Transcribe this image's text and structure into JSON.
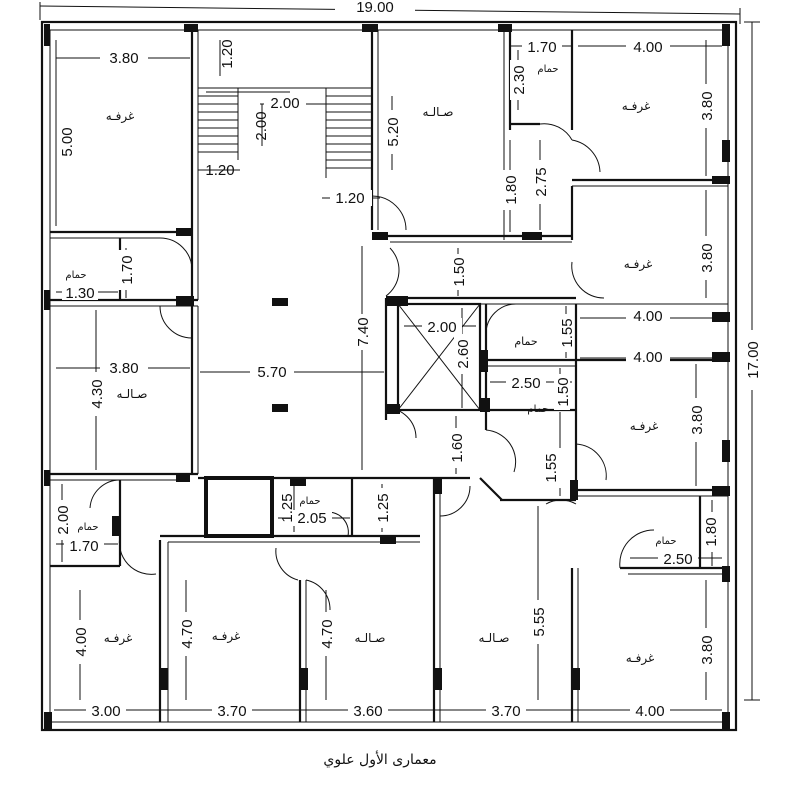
{
  "caption": "معمارى الأول علوي",
  "room_labels": {
    "room": "غرفـه",
    "hall": "صـالـه",
    "bath": "حمام"
  },
  "rooms": [
    {
      "id": "room-top-left",
      "type": "room"
    },
    {
      "id": "hall-top-center",
      "type": "hall"
    },
    {
      "id": "room-top-right",
      "type": "room"
    },
    {
      "id": "bath-top-right",
      "type": "bath"
    },
    {
      "id": "bath-left-upper",
      "type": "bath"
    },
    {
      "id": "room-right-upper",
      "type": "room"
    },
    {
      "id": "bath-center-right",
      "type": "bath"
    },
    {
      "id": "hall-left-middle",
      "type": "hall"
    },
    {
      "id": "bath-center-right-lower",
      "type": "bath"
    },
    {
      "id": "room-right-middle",
      "type": "room"
    },
    {
      "id": "bath-left-lower",
      "type": "bath"
    },
    {
      "id": "bath-center-bottom",
      "type": "bath"
    },
    {
      "id": "bath-right-lower",
      "type": "bath"
    },
    {
      "id": "room-bottom-1",
      "type": "room"
    },
    {
      "id": "room-bottom-2",
      "type": "room"
    },
    {
      "id": "hall-bottom-3",
      "type": "hall"
    },
    {
      "id": "hall-bottom-4",
      "type": "hall"
    },
    {
      "id": "room-bottom-right",
      "type": "room"
    }
  ],
  "dimensions": {
    "overall_width": "19.00",
    "overall_height": "17.00",
    "d_3_80_tl": "3.80",
    "d_5_00": "5.00",
    "d_1_20_stair_top": "1.20",
    "d_2_00_stair": "2.00",
    "d_2_00_stair_v": "2.00",
    "d_1_20_stair_left": "1.20",
    "d_1_20_stair_bottom": "1.20",
    "d_5_20": "5.20",
    "d_1_70_tr": "1.70",
    "d_2_30": "2.30",
    "d_4_00_tr": "4.00",
    "d_3_80_tr": "3.80",
    "d_1_80_tr": "1.80",
    "d_2_75": "2.75",
    "d_1_70_bath_left": "1.70",
    "d_1_30": "1.30",
    "d_1_50_corr": "1.50",
    "d_3_80_right_upper": "3.80",
    "d_4_00_right_upper": "4.00",
    "d_7_40": "7.40",
    "d_2_00_elev": "2.00",
    "d_2_60": "2.60",
    "d_1_55_a": "1.55",
    "d_4_00_right_mid": "4.00",
    "d_3_80_left_mid": "3.80",
    "d_4_30": "4.30",
    "d_5_70": "5.70",
    "d_2_50_a": "2.50",
    "d_1_50_b": "1.50",
    "d_3_80_right_mid": "3.80",
    "d_1_60": "1.60",
    "d_1_55_b": "1.55",
    "d_1_25_a": "1.25",
    "d_1_25_b": "1.25",
    "d_2_05": "2.05",
    "d_2_00_bath_ll": "2.00",
    "d_1_70_bath_ll": "1.70",
    "d_1_80_br": "1.80",
    "d_2_50_br": "2.50",
    "d_4_70_a": "4.70",
    "d_4_70_b": "4.70",
    "d_4_00_bl": "4.00",
    "d_5_55": "5.55",
    "d_3_80_br": "3.80",
    "d_3_00": "3.00",
    "d_3_70_a": "3.70",
    "d_3_60": "3.60",
    "d_3_70_b": "3.70",
    "d_4_00_br": "4.00"
  }
}
